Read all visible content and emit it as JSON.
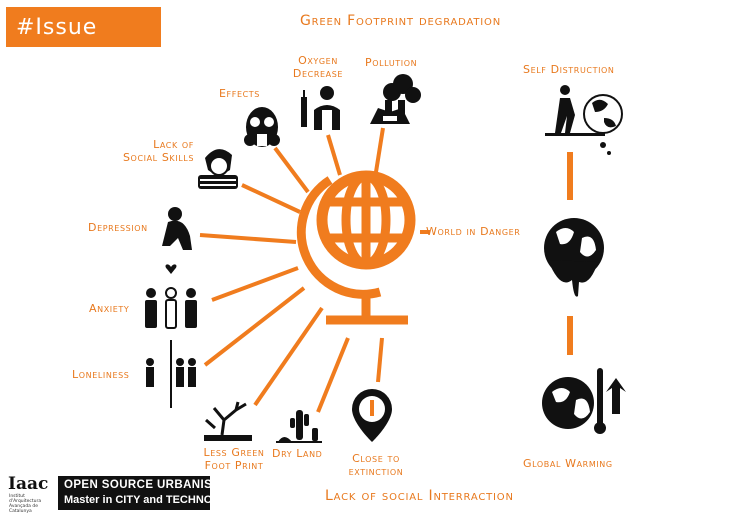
{
  "header": {
    "tag": "#Issue"
  },
  "titles": {
    "top": "Green Footprint degradation",
    "bottom": "Lack of social Interraction"
  },
  "labels": {
    "effects": "Effects",
    "oxygen_line1": "Oxygen",
    "oxygen_line2": "Decrease",
    "pollution": "Pollution",
    "social_line1": "Lack of",
    "social_line2": "Social Skills",
    "depression": "Depression",
    "anxiety": "Anxiety",
    "loneliness": "Loneliness",
    "green_line1": "Less Green",
    "green_line2": "Foot Print",
    "dry_land": "Dry Land",
    "extinction_line1": "Close to",
    "extinction_line2": "extinction",
    "self_destruction": "Self Distruction",
    "world_danger": "World in Danger",
    "global_warming": "Global Warming"
  },
  "logo": {
    "mark": "Iaac",
    "mark_sub": "Institut d'Arquitectura Avançada de Catalunya",
    "line1": "OPEN SOURCE URBANISM",
    "line2": "Master in CITY and TECHNOLOGY"
  },
  "colors": {
    "accent": "#f07c1e",
    "icon": "#111111"
  }
}
